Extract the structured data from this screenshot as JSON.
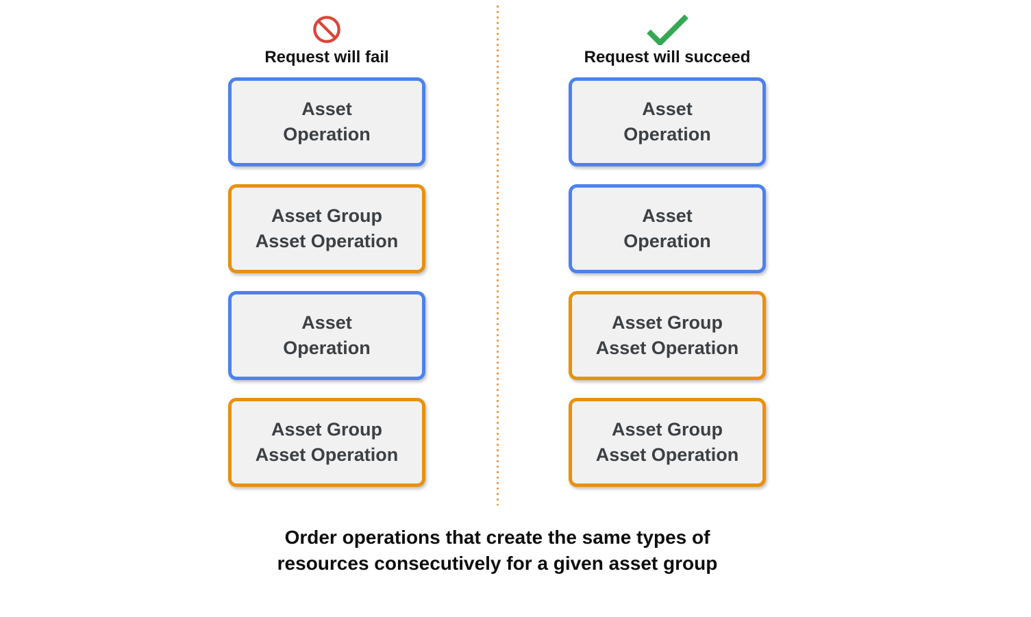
{
  "colors": {
    "blue_border": "#4c82ec",
    "orange_border": "#e8910d",
    "box_background": "#f1f1f2",
    "box_text": "#3c4043",
    "fail_icon_red": "#db4437",
    "success_icon_green": "#34a853",
    "divider_orange": "#e8a147",
    "caption_text": "#0d0d0d"
  },
  "columns": [
    {
      "id": "fail",
      "icon": "prohibition-icon",
      "header": "Request will fail",
      "boxes": [
        {
          "type": "asset",
          "label": "Asset\nOperation"
        },
        {
          "type": "asset-group",
          "label": "Asset Group\nAsset Operation"
        },
        {
          "type": "asset",
          "label": "Asset\nOperation"
        },
        {
          "type": "asset-group",
          "label": "Asset Group\nAsset Operation"
        }
      ]
    },
    {
      "id": "succeed",
      "icon": "checkmark-icon",
      "header": "Request will succeed",
      "boxes": [
        {
          "type": "asset",
          "label": "Asset\nOperation"
        },
        {
          "type": "asset",
          "label": "Asset\nOperation"
        },
        {
          "type": "asset-group",
          "label": "Asset Group\nAsset Operation"
        },
        {
          "type": "asset-group",
          "label": "Asset Group\nAsset Operation"
        }
      ]
    }
  ],
  "caption": "Order operations that create the same types of\nresources consecutively for a given asset group"
}
